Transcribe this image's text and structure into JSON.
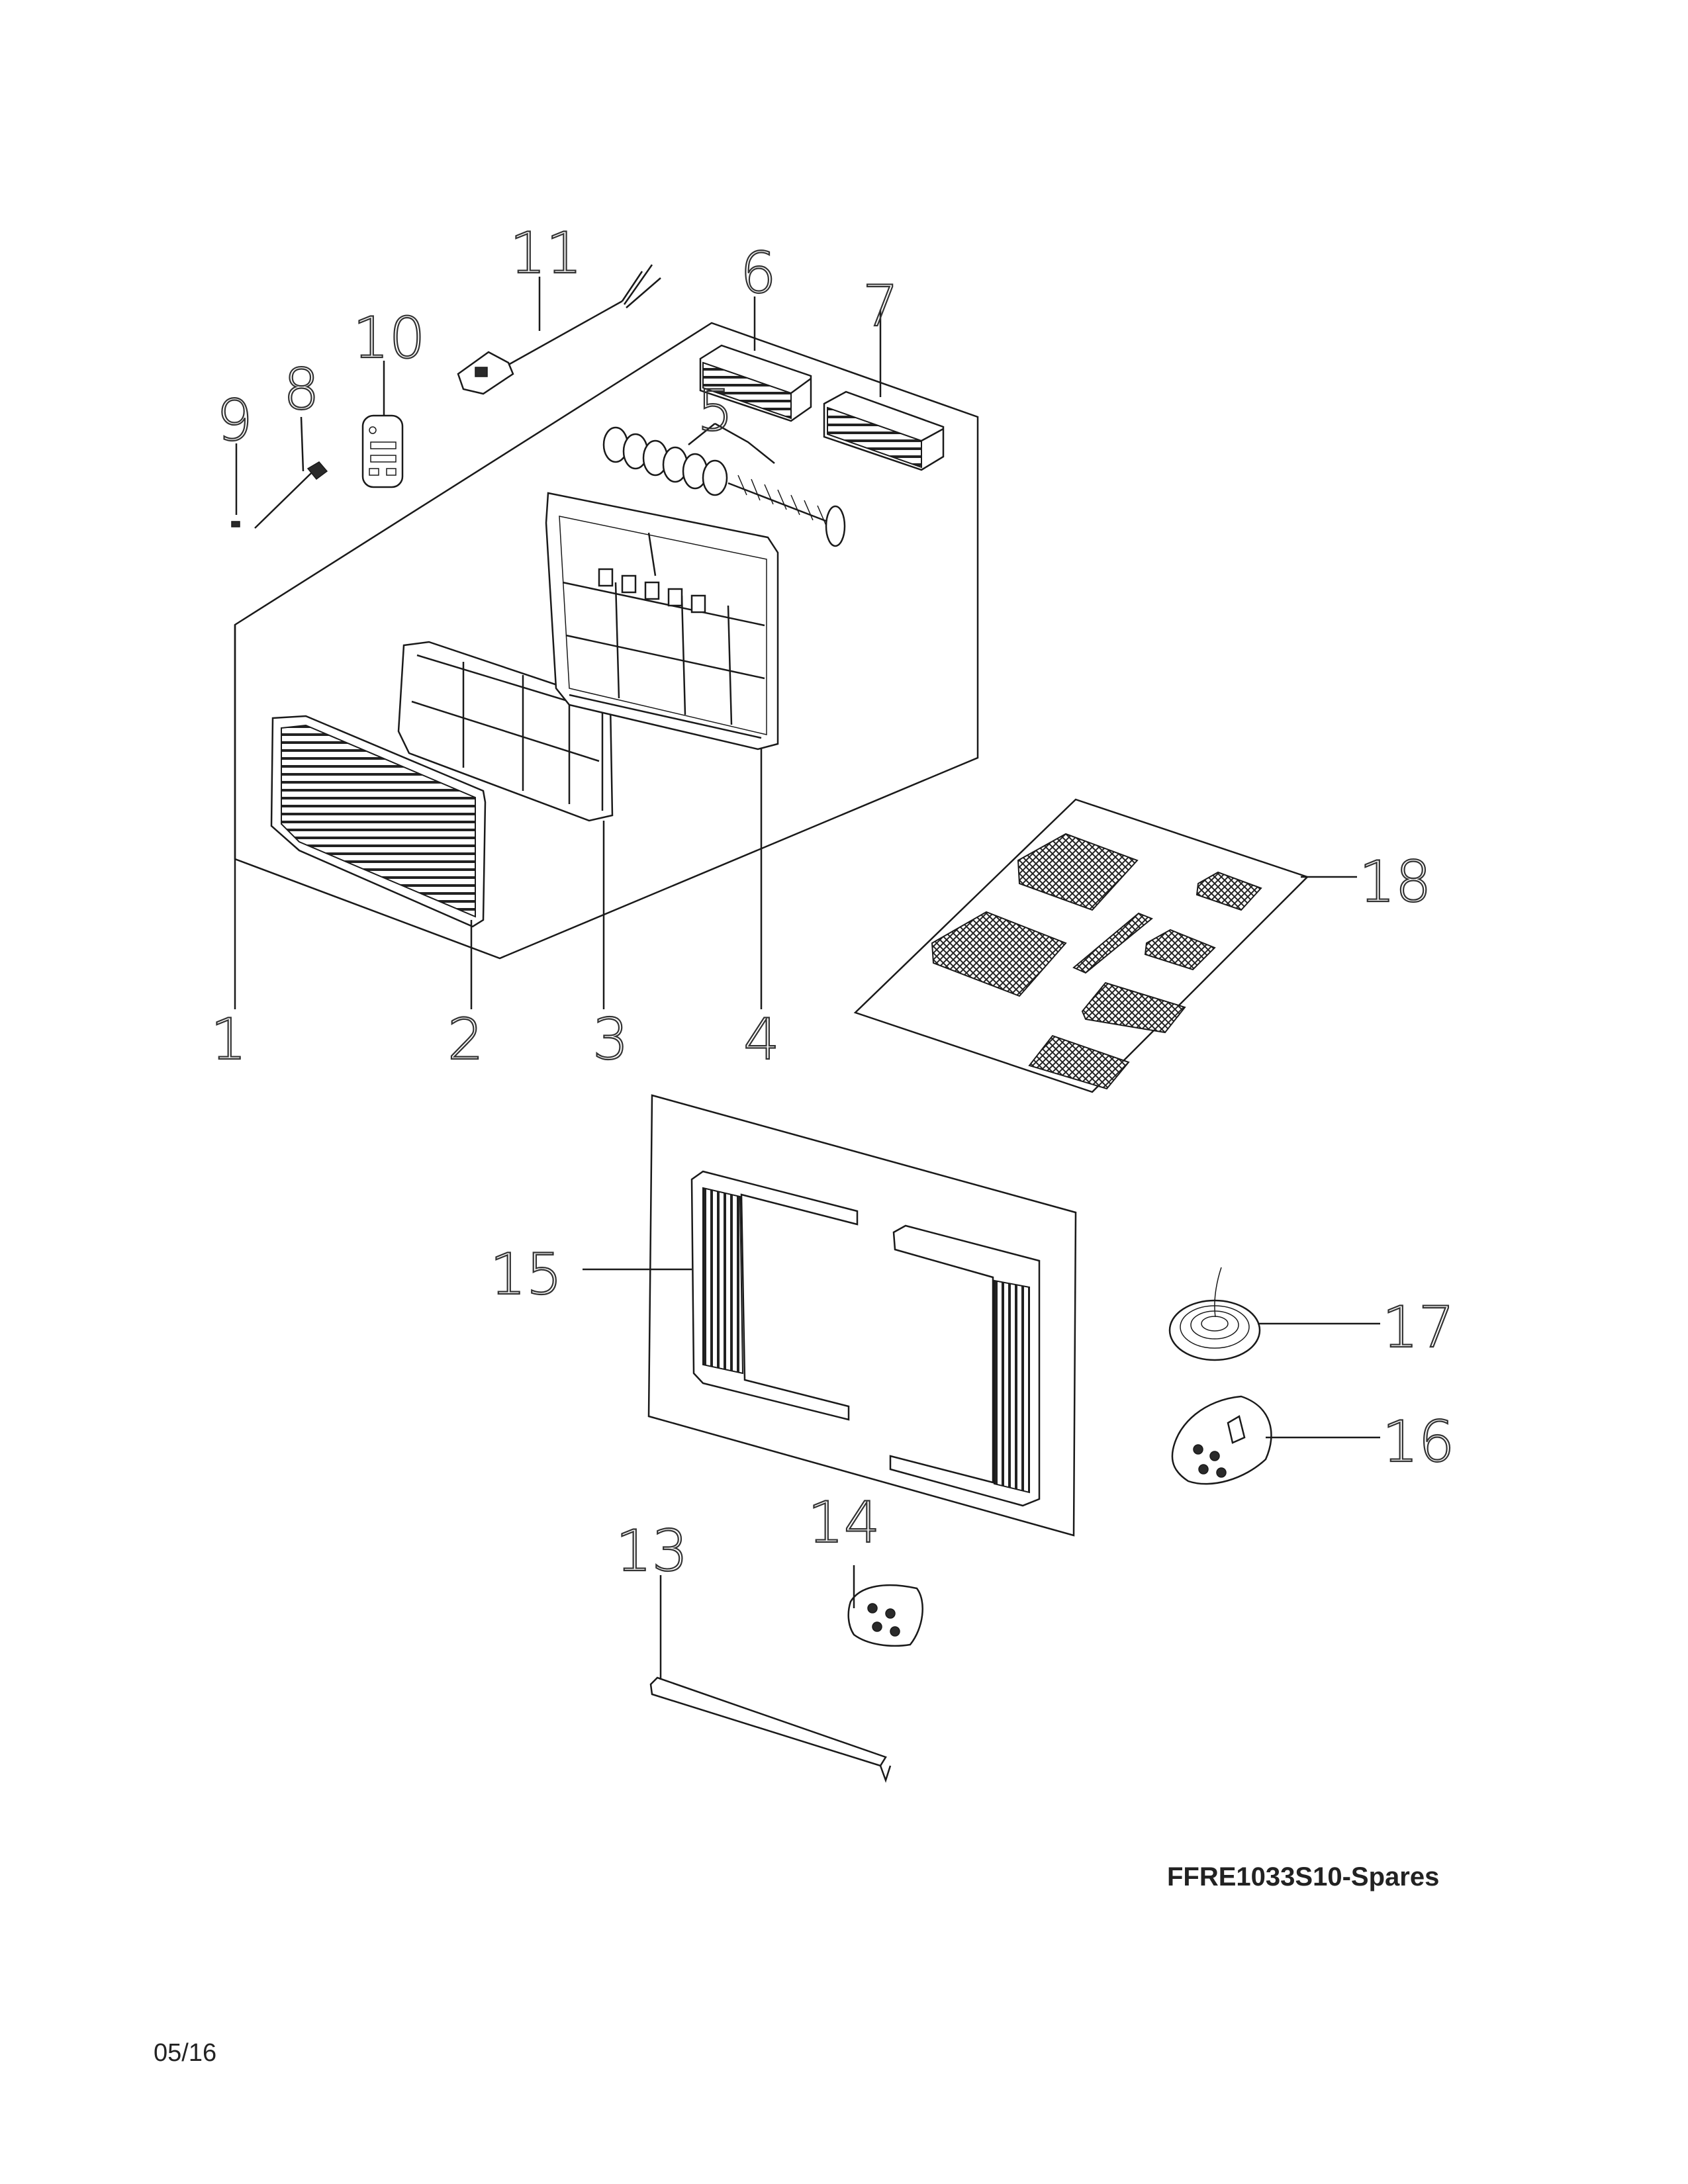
{
  "document": {
    "model_caption": "FFRE1033S10-Spares",
    "date_code": "05/16"
  },
  "callouts": [
    {
      "id": "1",
      "label": "1"
    },
    {
      "id": "2",
      "label": "2"
    },
    {
      "id": "3",
      "label": "3"
    },
    {
      "id": "4",
      "label": "4"
    },
    {
      "id": "5",
      "label": "5"
    },
    {
      "id": "6",
      "label": "6"
    },
    {
      "id": "7",
      "label": "7"
    },
    {
      "id": "8",
      "label": "8"
    },
    {
      "id": "9",
      "label": "9"
    },
    {
      "id": "10",
      "label": "10"
    },
    {
      "id": "11",
      "label": "11"
    },
    {
      "id": "13",
      "label": "13"
    },
    {
      "id": "14",
      "label": "14"
    },
    {
      "id": "15",
      "label": "15"
    },
    {
      "id": "16",
      "label": "16"
    },
    {
      "id": "17",
      "label": "17"
    },
    {
      "id": "18",
      "label": "18"
    }
  ]
}
